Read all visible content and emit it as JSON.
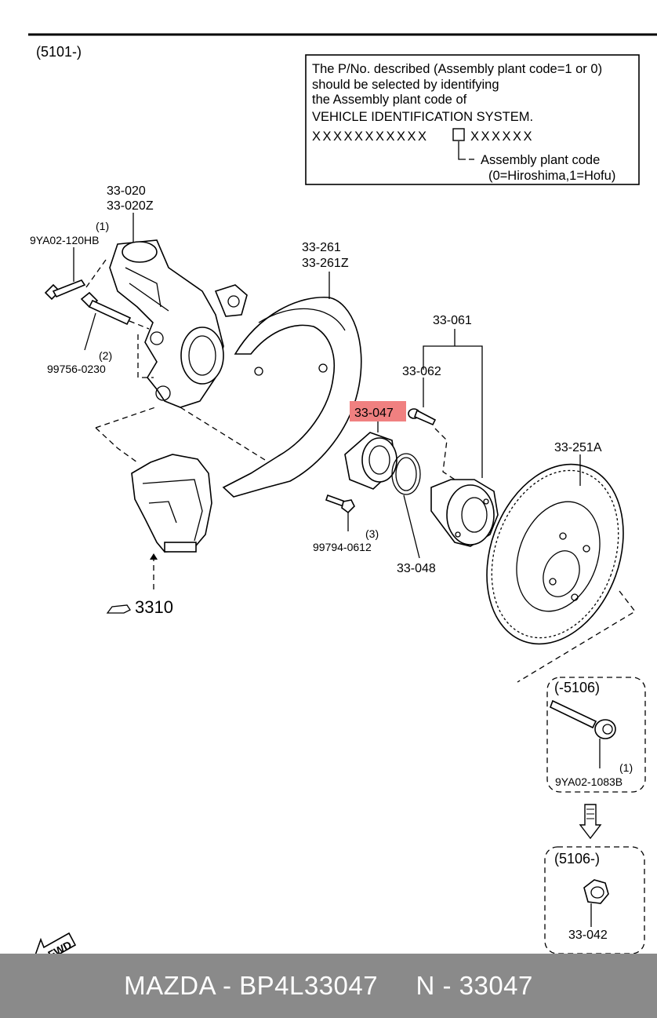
{
  "header": {
    "range": "(5101-)"
  },
  "note": {
    "line1": "The P/No. described (Assembly plant code=1 or 0)",
    "line2": "should be selected by identifying",
    "line3": "the Assembly plant code of",
    "line4": "VEHICLE IDENTIFICATION SYSTEM.",
    "vin_left": "XXXXXXXXXXX",
    "vin_right": "XXXXXX",
    "code_label": "Assembly plant code",
    "code_values": "(0=Hiroshima,1=Hofu)"
  },
  "parts": {
    "knuckle_a": "33-020",
    "knuckle_b": "33-020Z",
    "bolt1_qty": "(1)",
    "bolt1": "9YA02-120HB",
    "bolt2_qty": "(2)",
    "bolt2": "99756-0230",
    "shield_a": "33-261",
    "shield_b": "33-261Z",
    "hub_assy": "33-061",
    "hub_bolt": "33-062",
    "bearing": "33-047",
    "snap_ring": "33-048",
    "bolt3_qty": "(3)",
    "bolt3": "99794-0612",
    "disc": "33-251A",
    "caliper_ref": "3310",
    "early_range": "(-5106)",
    "bolt4_qty": "(1)",
    "bolt4": "9YA02-1083B",
    "late_range": "(5106-)",
    "nut": "33-042"
  },
  "fwd_label": "FWD",
  "colors": {
    "highlight": "#f08080",
    "footer_bg": "#8a8a8a",
    "footer_text": "#ffffff"
  },
  "footer": {
    "brand_part": "MAZDA - BP4L33047",
    "alt_part": "N - 33047"
  }
}
